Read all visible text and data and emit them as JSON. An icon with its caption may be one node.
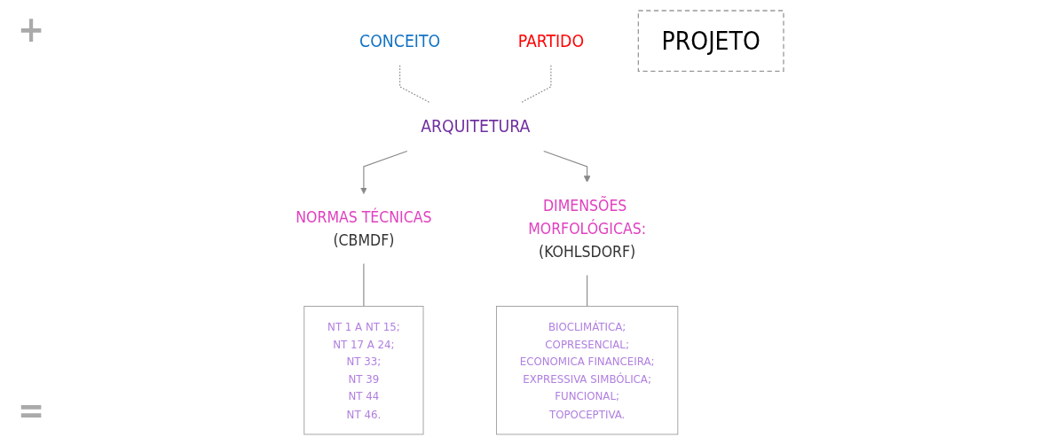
{
  "diagram": {
    "nodes": [
      {
        "text": [
          "CONCEITO"
        ]
      },
      {
        "text": [
          "PARTIDO"
        ]
      },
      {
        "text": [
          "ARQUITETURA"
        ]
      },
      {
        "text": [
          "NORMAS TÉCNICAS"
        ],
        "beside": [
          "(CBMDF)"
        ]
      },
      {
        "text": [
          "DIMENSÕES MORFOLÓGICAS:"
        ],
        "beside": [
          "(KOHLSDORF)"
        ]
      },
      {
        "text": [
          "NT 1 A NT 15;",
          "NT 17 A 24;",
          "NT 33;",
          "NT 39",
          "NT 44",
          "NT 46."
        ]
      },
      {
        "text": [
          "BIOCLIMÁTICA;",
          "COPRESENCIAL;",
          "ECONOMICA FINANCEIRA;",
          "EXPRESSIVA SIMBÓLICA;",
          "FUNCIONAL;",
          "TOPOCEPTIVA."
        ]
      },
      {
        "text": [
          "PROJETO"
        ]
      }
    ],
    "edges": [
      {
        "from": 0,
        "to": 2,
        "arrow": "none",
        "style": "dashed"
      },
      {
        "from": 1,
        "to": 2,
        "arrow": "none",
        "style": "dashed"
      },
      {
        "from": 2,
        "to": 3,
        "arrow": "to"
      },
      {
        "from": 2,
        "to": 4,
        "arrow": "to"
      },
      {
        "from": 3,
        "to": 5,
        "arrow": "none"
      },
      {
        "from": 4,
        "to": 6,
        "arrow": "none"
      }
    ],
    "labels": [
      "+",
      "="
    ]
  }
}
